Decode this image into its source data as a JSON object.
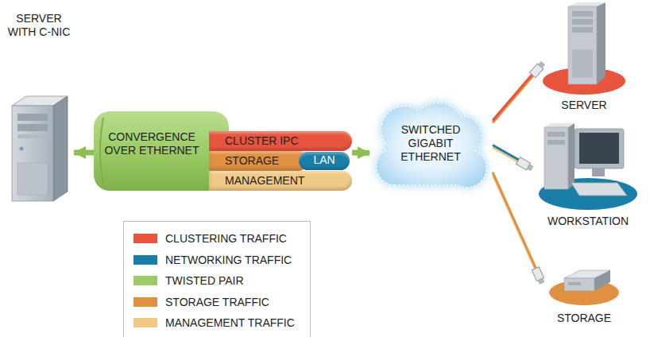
{
  "diagram": {
    "nodes": [
      {
        "text": [
          "SERVER WITH C-NIC"
        ]
      },
      {
        "text": [
          "CONVERGENCE OVER ETHERNET"
        ]
      },
      {
        "text": [
          "CLUSTER IPC"
        ],
        "in": 1
      },
      {
        "text": [
          "STORAGE"
        ],
        "in": 1
      },
      {
        "text": [
          "LAN"
        ],
        "in": 1
      },
      {
        "text": [
          "MANAGEMENT"
        ],
        "in": 1
      },
      {
        "text": [
          "SWITCHED GIGABIT ETHERNET"
        ]
      },
      {
        "text": [
          "SERVER"
        ]
      },
      {
        "text": [
          "WORKSTATION"
        ]
      },
      {
        "text": [
          "STORAGE"
        ]
      }
    ],
    "edges": [
      {
        "from": 1,
        "to": 0,
        "arrow": "to"
      },
      {
        "from": 1,
        "to": 6,
        "arrow": "to"
      },
      {
        "from": 6,
        "to": 7,
        "arrow": "none"
      },
      {
        "from": 6,
        "to": 8,
        "arrow": "none"
      },
      {
        "from": 6,
        "to": 9,
        "arrow": "none"
      }
    ],
    "legend": [
      {
        "text": "CLUSTERING TRAFFIC",
        "color": "#e8553f"
      },
      {
        "text": "NETWORKING TRAFFIC",
        "color": "#1a7fa8"
      },
      {
        "text": "TWISTED PAIR",
        "color": "#9ccc65"
      },
      {
        "text": "STORAGE TRAFFIC",
        "color": "#e09040"
      },
      {
        "text": "MANAGEMENT TRAFFIC",
        "color": "#f0c987"
      }
    ]
  }
}
